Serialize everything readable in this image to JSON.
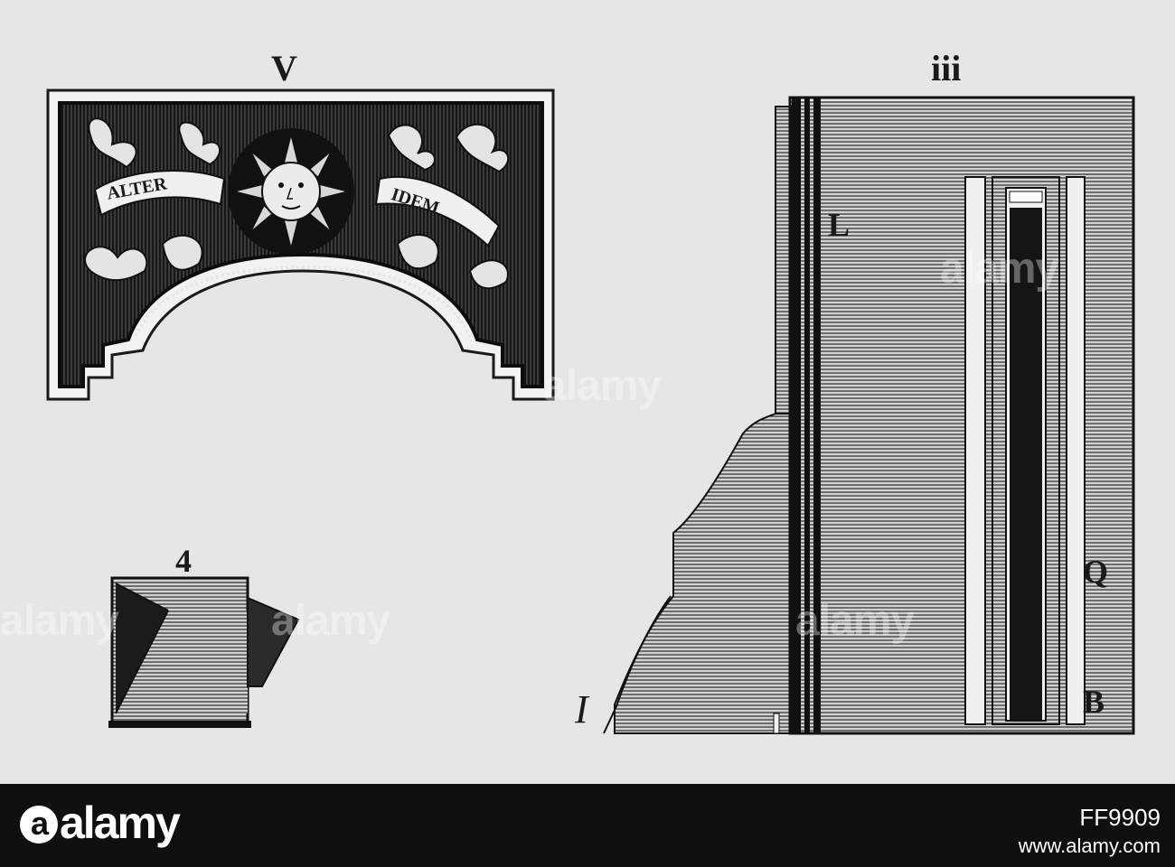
{
  "figures": {
    "v": {
      "label": "V",
      "scroll_left": "ALTER",
      "scroll_right": "IDEM"
    },
    "iii": {
      "label": "iii",
      "letter_l": "L",
      "letter_q": "Q",
      "letter_i": "I",
      "letter_b": "B"
    },
    "four": {
      "label": "4"
    }
  },
  "watermark": {
    "text": "alamy"
  },
  "footer": {
    "brand": "alamy",
    "brand_mark": "a",
    "image_id": "FF9909",
    "url": "www.alamy.com"
  },
  "colors": {
    "paper": "#e6e6e4",
    "ink": "#1a1a1a",
    "footer_bg": "#0f0f0f",
    "footer_text": "#ffffff"
  }
}
